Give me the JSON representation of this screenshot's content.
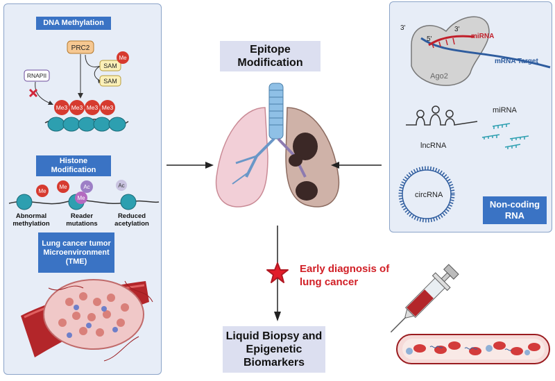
{
  "center": {
    "epitope_label": "Epitope Modification",
    "liquid_biopsy_label": "Liquid Biopsy and Epigenetic Biomarkers",
    "early_diagnosis_label": "Early diagnosis of lung cancer"
  },
  "left_panel": {
    "dna_methylation": {
      "title": "DNA Methylation",
      "prc2": "PRC2",
      "sam": "SAM",
      "me": "Me",
      "rnapii": "RNAPII",
      "me3": "Me3"
    },
    "histone": {
      "title": "Histone Modification",
      "me": "Me",
      "ac": "Ac",
      "abnormal_methylation": "Abnormal methylation",
      "reader_mutations": "Reader mutations",
      "reduced_acetylation": "Reduced acetylation"
    },
    "tme": {
      "title": "Lung cancer tumor Microenvironment (TME)"
    }
  },
  "right_panel": {
    "three_prime_left": "3'",
    "five_prime": "5'",
    "three_prime_right": "3'",
    "mirna_red": "miRNA",
    "mrna_target": "mRNA Target",
    "ago2": "Ago2",
    "mirna": "miRNA",
    "lncrna": "lncRNA",
    "circrna": "circRNA",
    "noncoding_label": "Non-coding RNA"
  },
  "colors": {
    "panel_bg": "#e7edf7",
    "panel_border": "#8aa3c8",
    "blue_label": "#3a73c4",
    "gray_label": "#dcdff0",
    "red_accent": "#d11f26"
  }
}
